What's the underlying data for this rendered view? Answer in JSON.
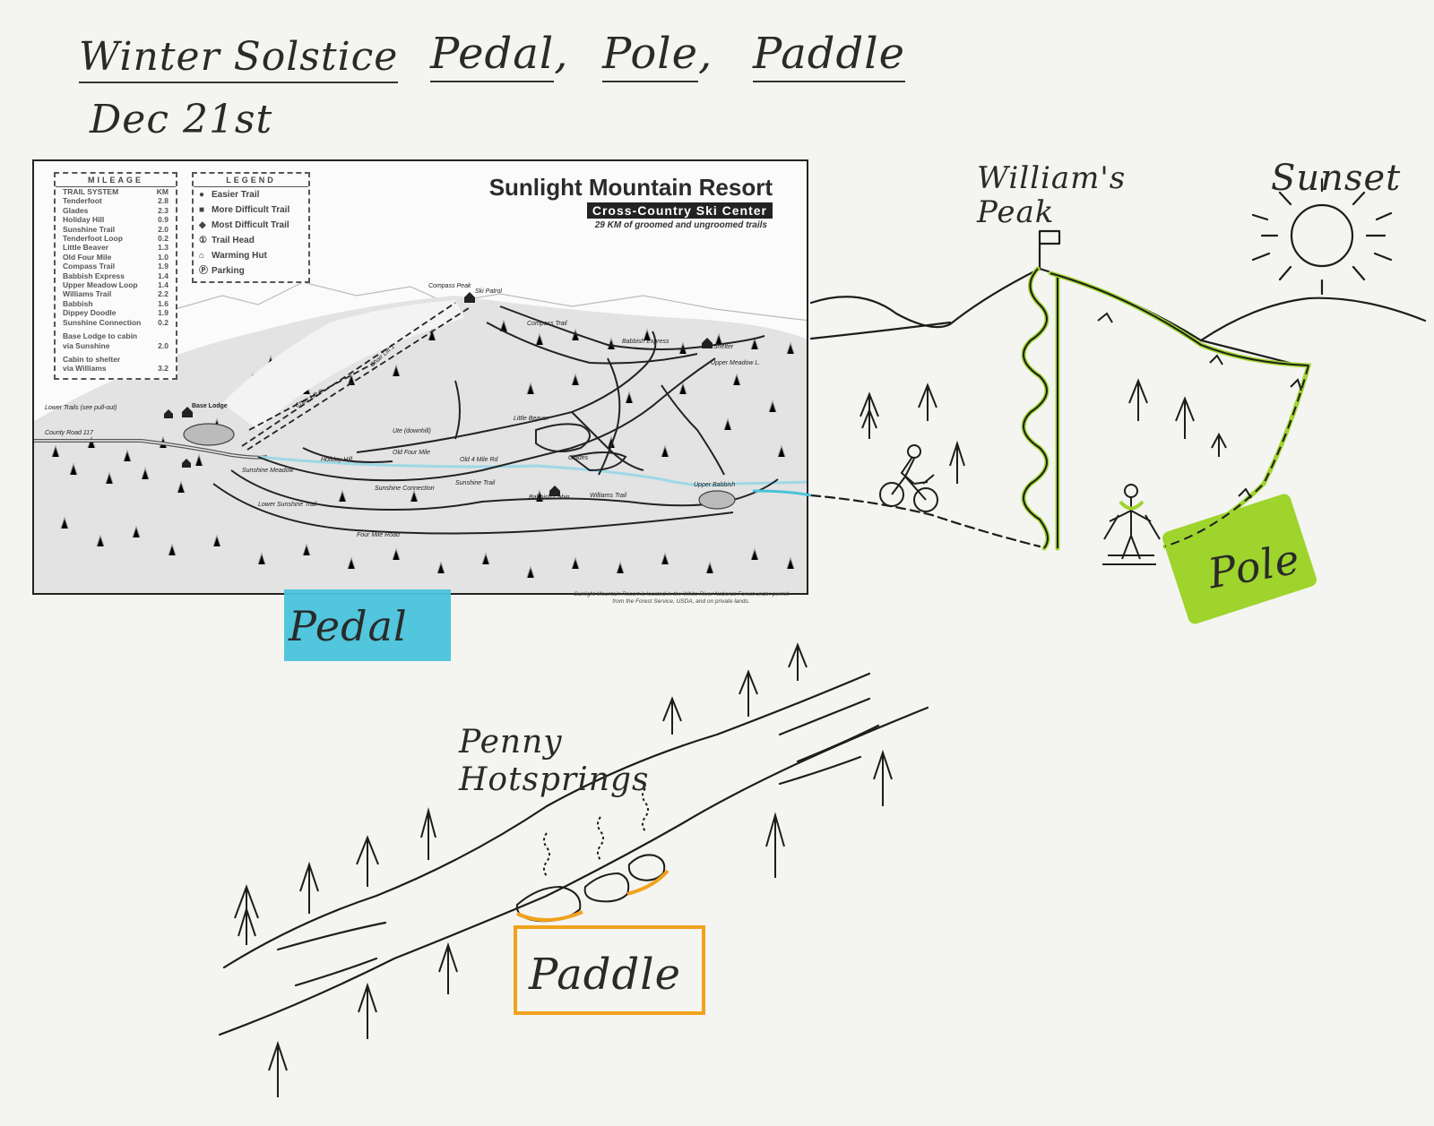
{
  "title": {
    "event": "Winter Solstice",
    "part1": "Pedal",
    "part2": "Pole",
    "part3": "Paddle",
    "sep": ","
  },
  "date": "Dec 21st",
  "labels": {
    "peak": "William's Peak",
    "sunset": "Sunset",
    "pedal": "Pedal",
    "pole": "Pole",
    "paddle": "Paddle",
    "springs": "Penny Hotsprings"
  },
  "map": {
    "resort_title": "Sunlight Mountain Resort",
    "resort_subtitle": "Cross-Country Ski Center",
    "resort_note": "29 KM of groomed and ungroomed trails",
    "footer": "Sunlight Mountain Resort is located in the White River National Forest under permit from the Forest Service, USDA, and on private lands.",
    "mileage": {
      "title": "MILEAGE",
      "header": [
        "TRAIL SYSTEM",
        "KM"
      ],
      "rows": [
        [
          "Tenderfoot",
          "2.8"
        ],
        [
          "Glades",
          "2.3"
        ],
        [
          "Holiday Hill",
          "0.9"
        ],
        [
          "Sunshine Trail",
          "2.0"
        ],
        [
          "Tenderfoot Loop",
          "0.2"
        ],
        [
          "Little Beaver",
          "1.3"
        ],
        [
          "Old Four Mile",
          "1.0"
        ],
        [
          "Compass Trail",
          "1.9"
        ],
        [
          "Babbish Express",
          "1.4"
        ],
        [
          "Upper Meadow Loop",
          "1.4"
        ],
        [
          "Williams Trail",
          "2.2"
        ],
        [
          "Babbish",
          "1.6"
        ],
        [
          "Dippey Doodle",
          "1.9"
        ],
        [
          "Sunshine Connection",
          "0.2"
        ]
      ],
      "extra": [
        [
          "Base Lodge to cabin",
          "via Sunshine",
          "2.0"
        ],
        [
          "Cabin to shelter",
          "via Williams",
          "3.2"
        ]
      ]
    },
    "legend": {
      "title": "LEGEND",
      "items": [
        {
          "sym": "●",
          "label": "Easier Trail"
        },
        {
          "sym": "■",
          "label": "More Difficult Trail"
        },
        {
          "sym": "◆",
          "label": "Most Difficult Trail"
        },
        {
          "sym": "①",
          "label": "Trail Head"
        },
        {
          "sym": "⌂",
          "label": "Warming Hut"
        },
        {
          "sym": "Ⓟ",
          "label": "Parking"
        }
      ]
    },
    "place_labels": {
      "base_lodge": "Base Lodge",
      "chair2": "Chair Lift 2",
      "chair1": "Chair Lift 1",
      "ute": "Ute (downhill)",
      "old_four_mile": "Old Four Mile",
      "four_mile_rd": "Old 4 Mile Rd",
      "compass_trail": "Compass Trail",
      "babbish_express": "Babbish Express",
      "shelter": "Shelter",
      "county_road": "County Road 117",
      "williams_trail": "Williams Trail",
      "sunshine_trail": "Lower Sunshine Trail",
      "sunshine_connection": "Sunshine Connection",
      "four_mile_road": "Four Mile Road",
      "glades": "Glades",
      "little_beaver": "Little Beaver",
      "holiday_hill": "Holiday Hill",
      "upper_meadow": "Upper Meadow L.",
      "compass_peak": "Compass Peak",
      "ski_patrol": "Ski Patrol",
      "upper_babbish": "Upper Babbish",
      "sunshine_meadow": "Sunshine Meadow",
      "sunshine_trail2": "Sunshine Trail",
      "babbish_cabin": "Babbish Cabin",
      "lower_trails": "Lower Trails (see pull-out)"
    }
  },
  "colors": {
    "pedal": "#48c3da",
    "pole": "#9ed42c",
    "paddle": "#f1a21c",
    "ink": "#222222"
  }
}
